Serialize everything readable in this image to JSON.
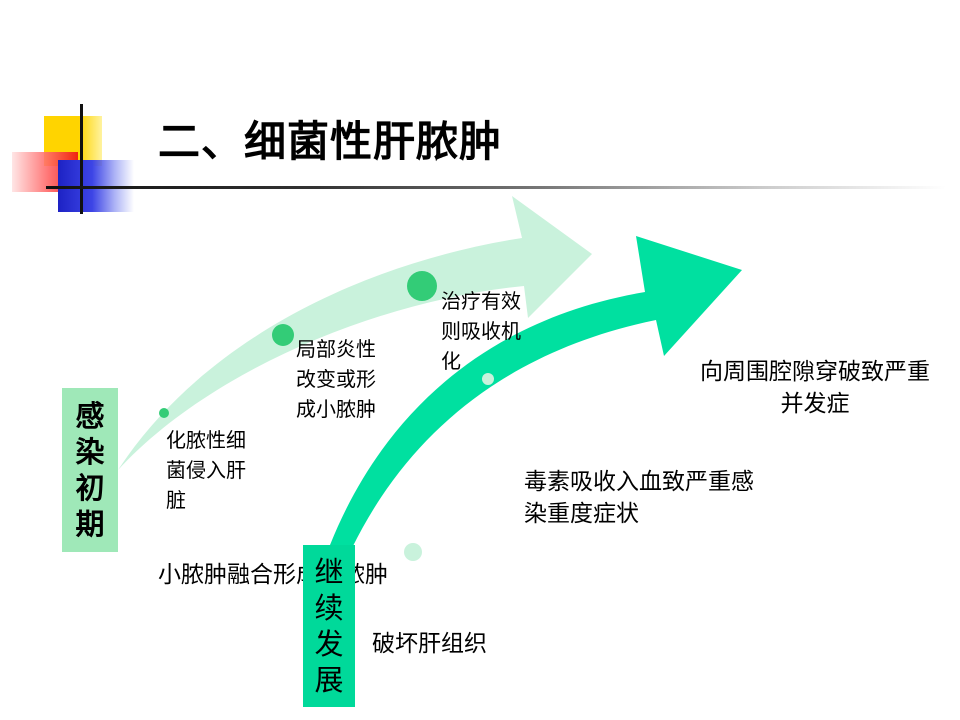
{
  "slide": {
    "title": "二、细菌性肝脓肿"
  },
  "diagram": {
    "stage1_box": [
      "感",
      "染",
      "初",
      "期"
    ],
    "stage2_box": [
      "继",
      "续",
      "发",
      "展"
    ],
    "step1": "化脓性细\n菌侵入肝\n脏",
    "step2": "局部炎性\n改变或形\n成小脓肿",
    "step3": "治疗有效\n则吸收机\n化",
    "step4": "小脓肿融合形成大脓肿",
    "step5": "破坏肝组织",
    "step6": "毒素吸收入血致严重感\n染重度症状",
    "step7": "向周围腔隙穿破致严重\n并发症"
  },
  "colors": {
    "arrow1": "#c9f2dc",
    "arrow2": "#00e0a0",
    "node": "#33cc77",
    "box1": "#9fe8b8",
    "box2": "#00d99a"
  }
}
